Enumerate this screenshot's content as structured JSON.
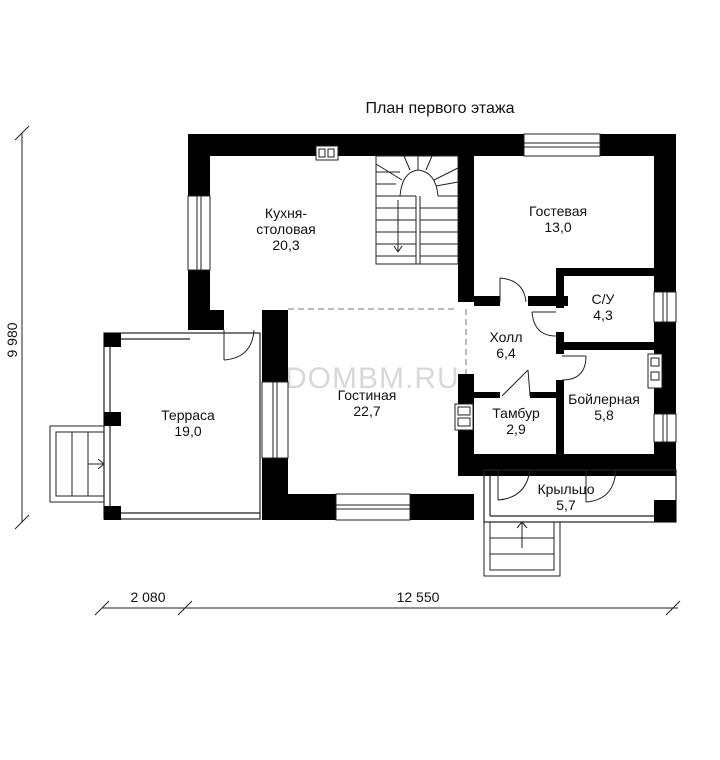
{
  "title": "План первого этажа",
  "watermark": "DOMBM.RU",
  "rooms": [
    {
      "name": "Кухня-",
      "name2": "столовая",
      "area": "20,3"
    },
    {
      "name": "Гостевая",
      "area": "13,0"
    },
    {
      "name": "С/У",
      "area": "4,3"
    },
    {
      "name": "Холл",
      "area": "6,4"
    },
    {
      "name": "Гостиная",
      "area": "22,7"
    },
    {
      "name": "Терраса",
      "area": "19,0"
    },
    {
      "name": "Тамбур",
      "area": "2,9"
    },
    {
      "name": "Бойлерная",
      "area": "5,8"
    },
    {
      "name": "Крыльцо",
      "area": "5,7"
    }
  ],
  "dimensions": {
    "height": "9 980",
    "terrace_width": "2 080",
    "house_width": "12 550"
  }
}
